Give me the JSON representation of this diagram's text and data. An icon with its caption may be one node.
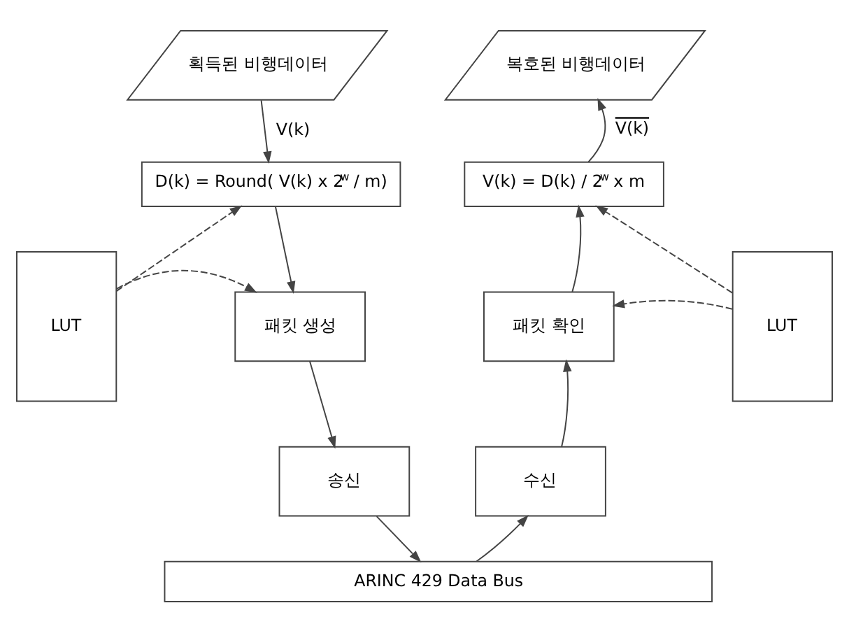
{
  "diagram": {
    "nodes": [
      {
        "text": [
          "획득된 비행데이터"
        ]
      },
      {
        "text": [
          "D(k) = Round( V(k) x 2$^{w}$ / m)"
        ]
      },
      {
        "text": [
          "LUT"
        ]
      },
      {
        "text": [
          "패킷 생성"
        ]
      },
      {
        "text": [
          "송신"
        ]
      },
      {
        "text": [
          "ARINC 429 Data Bus"
        ]
      },
      {
        "text": [
          "복호된 비행데이터"
        ]
      },
      {
        "text": [
          "V(k) = D(k) / 2$^{w}$ x m"
        ]
      },
      {
        "text": [
          "LUT"
        ]
      },
      {
        "text": [
          "패킷 확인"
        ]
      },
      {
        "text": [
          "수신"
        ]
      }
    ],
    "edges": [
      {
        "from": 0,
        "to": 1,
        "arrow": "to",
        "label": "V(k)"
      },
      {
        "from": 2,
        "to": 1,
        "arrow": "to",
        "style": "dashed"
      },
      {
        "from": 2,
        "to": 3,
        "arrow": "to",
        "style": "dashed"
      },
      {
        "from": 1,
        "to": 3,
        "arrow": "to"
      },
      {
        "from": 3,
        "to": 4,
        "arrow": "to"
      },
      {
        "from": 4,
        "to": 5,
        "arrow": "to"
      },
      {
        "from": 5,
        "to": 10,
        "arrow": "to"
      },
      {
        "from": 10,
        "to": 9,
        "arrow": "to"
      },
      {
        "from": 8,
        "to": 9,
        "arrow": "to",
        "style": "dashed"
      },
      {
        "from": 9,
        "to": 7,
        "arrow": "to"
      },
      {
        "from": 8,
        "to": 7,
        "arrow": "to",
        "style": "dashed"
      },
      {
        "from": 7,
        "to": 6,
        "arrow": "to",
        "label": "V(k)"
      }
    ]
  }
}
